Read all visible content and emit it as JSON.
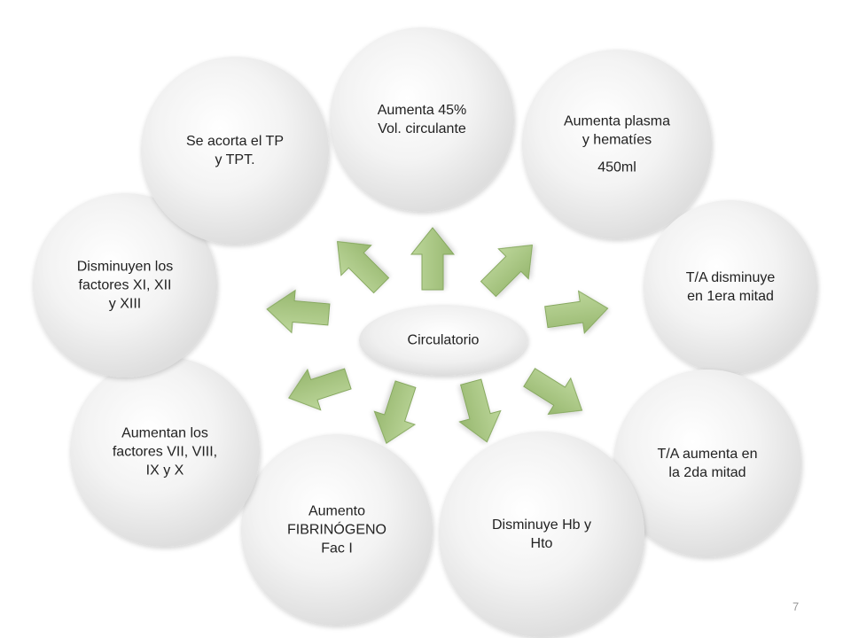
{
  "center": {
    "label": "Circulatorio"
  },
  "nodes": [
    {
      "id": "aumenta-volumen",
      "lines": [
        "Aumenta 45%",
        "Vol. circulante"
      ]
    },
    {
      "id": "aumenta-plasma",
      "lines": [
        "Aumenta plasma",
        "y hematíes"
      ],
      "extra": "450ml"
    },
    {
      "id": "ta-disminuye",
      "lines": [
        "T/A disminuye",
        "en 1era mitad"
      ]
    },
    {
      "id": "ta-aumenta",
      "lines": [
        "T/A aumenta en",
        "la 2da mitad"
      ]
    },
    {
      "id": "disminuye-hb",
      "lines": [
        "Disminuye Hb y",
        "Hto"
      ]
    },
    {
      "id": "aumento-fibrinogeno",
      "lines": [
        "Aumento",
        "FIBRINÓGENO",
        "Fac I"
      ]
    },
    {
      "id": "aumentan-factores",
      "lines": [
        "Aumentan los",
        "factores VII, VIII,",
        "IX y X"
      ]
    },
    {
      "id": "disminuyen-factores",
      "lines": [
        "Disminuyen los",
        "factores  XI, XII",
        "y XIII"
      ]
    },
    {
      "id": "acorta-tp",
      "lines": [
        "Se acorta el TP",
        "y TPT."
      ]
    }
  ],
  "page_number": "7",
  "colors": {
    "arrow_fill": "#a7c57f",
    "arrow_stroke": "#86a85f",
    "bubble_light": "#ffffff",
    "bubble_dark": "#e2e2e2",
    "text": "#222222"
  }
}
